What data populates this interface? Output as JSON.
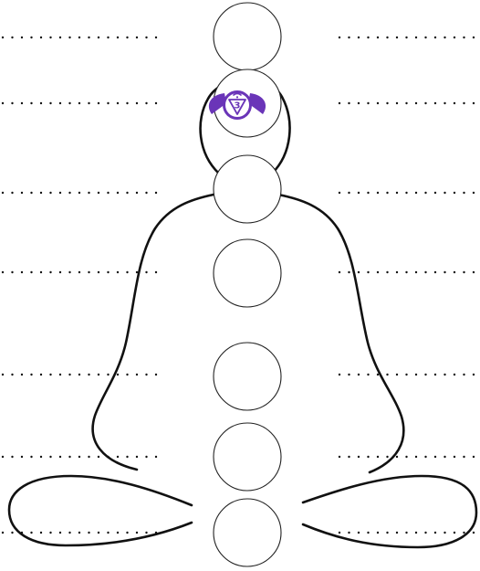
{
  "figure": {
    "chakra_count": 7,
    "highlighted_chakra": "third-eye",
    "highlight_numeral": "3",
    "colors": {
      "outline": "#111111",
      "dots": "#111111",
      "chakra_stroke": "#222222",
      "highlight": "#6a35b8",
      "background": "#ffffff"
    },
    "icons": [
      "meditating-figure-outline",
      "third-eye-chakra-symbol"
    ]
  }
}
